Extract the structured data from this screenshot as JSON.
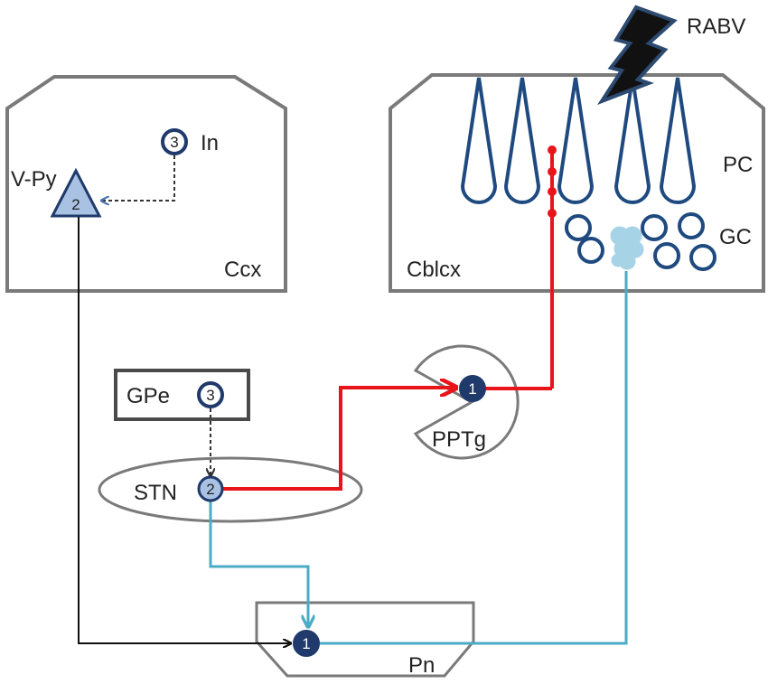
{
  "regions": {
    "ccx": "Ccx",
    "cblcx": "Cblcx",
    "gpe": "GPe",
    "stn": "STN",
    "pptg": "PPTg",
    "pn": "Pn"
  },
  "cells": {
    "v_py": "V-Py",
    "in": "In",
    "pc": "PC",
    "gc": "GC"
  },
  "virus": "RABV",
  "orders": {
    "in": "3",
    "v_py": "2",
    "gpe": "3",
    "stn": "2",
    "pptg": "1",
    "pn": "1"
  },
  "colors": {
    "outline": "#7a7a7a",
    "box_dark": "#4a4a4a",
    "neuron_navy": "#1f3a6b",
    "neuron_light": "#a9c2e3",
    "purkinje_stroke": "#1f4a80",
    "red_path": "#e8141a",
    "cyan_path": "#4aacc5",
    "mossy_fill": "#a6d4e6",
    "black_path": "#111111",
    "dashed": "#333333",
    "bolt": "#111111",
    "bolt_edge": "#2d4a70"
  }
}
